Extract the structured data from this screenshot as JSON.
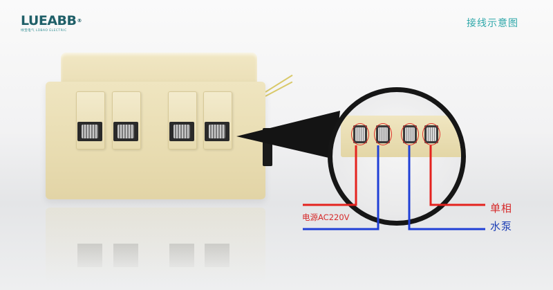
{
  "brand": {
    "logo_text": "LUEABB",
    "logo_mark": "®",
    "tagline": "绿宝电气 LÜBAO ELECTRIC"
  },
  "diagram": {
    "title": "接线示意图"
  },
  "labels": {
    "power": "电源AC220V",
    "single_phase": "单相",
    "water_pump": "水泵"
  },
  "colors": {
    "live_wire": "#e4221e",
    "neutral_wire": "#1f3fd6",
    "title": "#2ea7a9",
    "device_body": "#ece1b9"
  },
  "icons": {
    "magnifier": "magnifier-callout-icon",
    "terminal": "screw-terminal-icon"
  }
}
